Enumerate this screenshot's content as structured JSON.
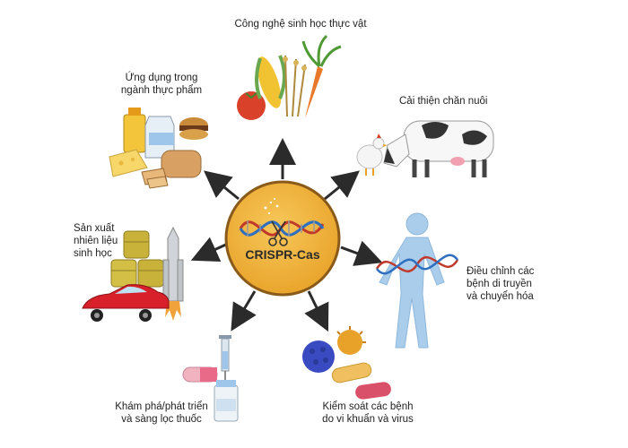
{
  "center": {
    "label": "CRISPR-Cas"
  },
  "applications": [
    {
      "id": "plant",
      "lines": [
        "Công nghệ sinh học thực vật"
      ]
    },
    {
      "id": "livestock",
      "lines": [
        "Cải thiện chăn nuôi"
      ]
    },
    {
      "id": "genetic",
      "lines": [
        "Điều chỉnh các",
        "bệnh di truyền",
        "và chuyển hóa"
      ]
    },
    {
      "id": "infection",
      "lines": [
        "Kiểm soát các bệnh",
        "do vi khuẩn và virus"
      ]
    },
    {
      "id": "drug",
      "lines": [
        "Khám phá/phát triển",
        "và sàng lọc thuốc"
      ]
    },
    {
      "id": "biofuel",
      "lines": [
        "Sản xuất",
        "nhiên liệu",
        "sinh học"
      ]
    },
    {
      "id": "food",
      "lines": [
        "Ứng dụng trong",
        "ngành thực phẩm"
      ]
    }
  ],
  "colors": {
    "center_fill": "#f2b33d",
    "center_ring": "#8a5a1a",
    "arrow": "#2b2b2b",
    "dna_red": "#c0392b",
    "dna_blue": "#2e6fbf"
  },
  "icons": [
    "vegetables-icon",
    "cow-icon",
    "chicken-icon",
    "human-body-icon",
    "bacteria-virus-icon",
    "syringe-icon",
    "vial-icon",
    "pill-icon",
    "oil-barrel-icon",
    "rocket-icon",
    "car-icon",
    "food-products-icon",
    "scissors-icon",
    "dna-icon"
  ]
}
